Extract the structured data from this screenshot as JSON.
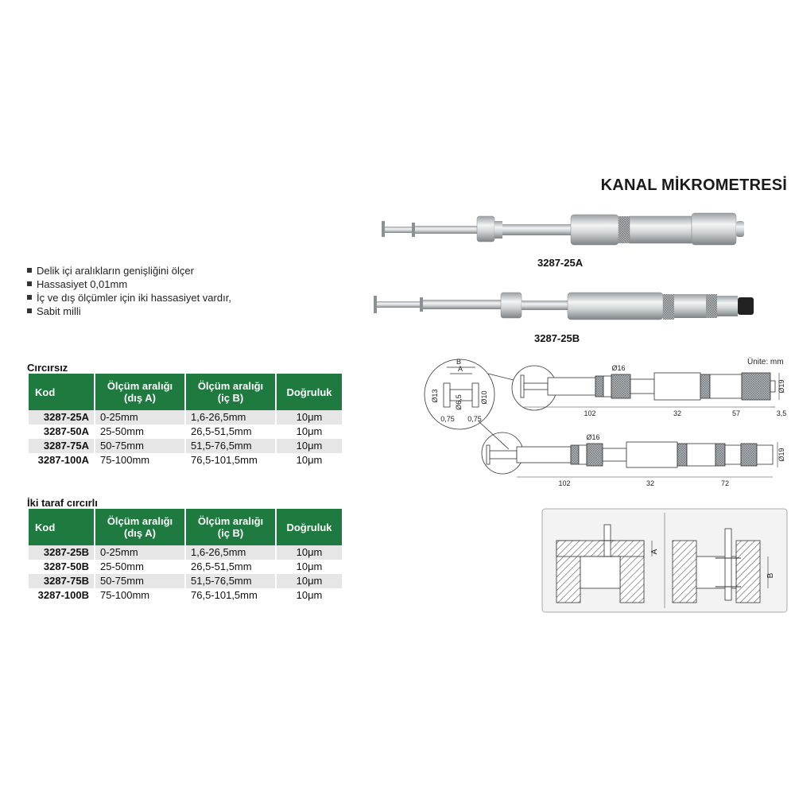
{
  "title": "KANAL MİKROMETRESİ",
  "features": [
    "Delik içi aralıkların genişliğini ölçer",
    "Hassasiyet 0,01mm",
    "İç ve dış ölçümler için iki hassasiyet vardır,",
    "Sabit milli"
  ],
  "products": {
    "a_label": "3287-25A",
    "b_label": "3287-25B"
  },
  "table_headers": {
    "kod": "Kod",
    "range_a_line1": "Ölçüm aralığı",
    "range_a_line2": "(dış A)",
    "range_b_line1": "Ölçüm aralığı",
    "range_b_line2": "(iç B)",
    "accuracy": "Doğruluk"
  },
  "table1": {
    "title": "Cırcırsız",
    "rows": [
      {
        "kod": "3287-25A",
        "a": "0-25mm",
        "b": "1,6-26,5mm",
        "acc": "10μm"
      },
      {
        "kod": "3287-50A",
        "a": "25-50mm",
        "b": "26,5-51,5mm",
        "acc": "10μm"
      },
      {
        "kod": "3287-75A",
        "a": "50-75mm",
        "b": "51,5-76,5mm",
        "acc": "10μm"
      },
      {
        "kod": "3287-100A",
        "a": "75-100mm",
        "b": "76,5-101,5mm",
        "acc": "10μm"
      }
    ]
  },
  "table2": {
    "title": "İki taraf cırcırlı",
    "rows": [
      {
        "kod": "3287-25B",
        "a": "0-25mm",
        "b": "1,6-26,5mm",
        "acc": "10μm"
      },
      {
        "kod": "3287-50B",
        "a": "25-50mm",
        "b": "26,5-51,5mm",
        "acc": "10μm"
      },
      {
        "kod": "3287-75B",
        "a": "50-75mm",
        "b": "51,5-76,5mm",
        "acc": "10μm"
      },
      {
        "kod": "3287-100B",
        "a": "75-100mm",
        "b": "76,5-101,5mm",
        "acc": "10μm"
      }
    ]
  },
  "drawing": {
    "unit": "Ünite: mm",
    "detail_B": "B",
    "detail_A": "A",
    "d13": "Ø13",
    "d65": "Ø6,5",
    "d10": "Ø10",
    "w075a": "0,75",
    "w075b": "0,75",
    "d16a": "Ø16",
    "d19a": "Ø19",
    "len102a": "102",
    "len32a": "32",
    "len57": "57",
    "len35": "3,5",
    "d16b": "Ø16",
    "d19b": "Ø19",
    "len102b": "102",
    "len32b": "32",
    "len72": "72",
    "usage_A": "A",
    "usage_B": "B"
  }
}
